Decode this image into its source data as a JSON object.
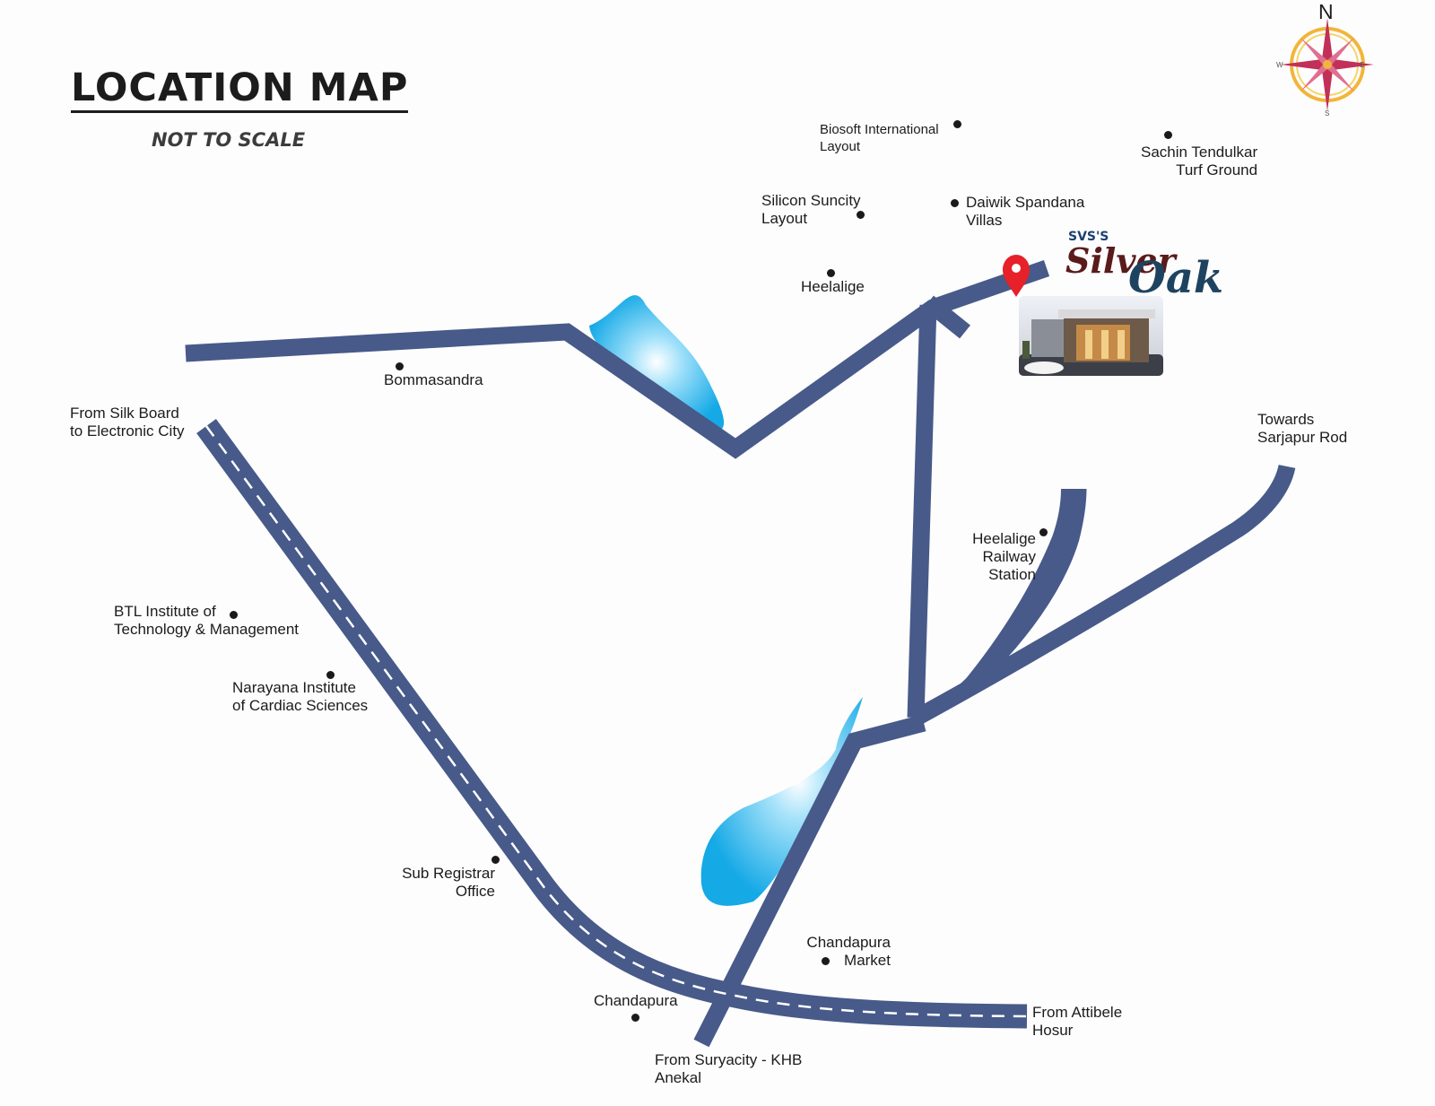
{
  "title": "LOCATION MAP",
  "subtitle": "NOT TO SCALE",
  "compass": {
    "north": "N",
    "south": "S",
    "east": "E",
    "west": "W"
  },
  "brand": {
    "prefix": "SVS'S",
    "name_part1": "Silver",
    "name_part2": "Oak"
  },
  "labels": {
    "biosoft": [
      "Biosoft International",
      "Layout"
    ],
    "sachin": [
      "Sachin Tendulkar",
      "Turf Ground"
    ],
    "silicon": [
      "Silicon Suncity",
      "Layout"
    ],
    "daiwik": [
      "Daiwik Spandana",
      "Villas"
    ],
    "heelalige": [
      "Heelalige"
    ],
    "bommasandra": [
      "Bommasandra"
    ],
    "silkboard": [
      "From Silk Board",
      "to Electronic City"
    ],
    "sarjapur": [
      "Towards",
      "Sarjapur Rod"
    ],
    "railway": [
      "Heelalige",
      "Railway",
      "Station"
    ],
    "btl": [
      "BTL Institute of",
      "Technology & Management"
    ],
    "narayana": [
      "Narayana Institute",
      "of Cardiac Sciences"
    ],
    "subregistrar": [
      "Sub Registrar",
      "Office"
    ],
    "chandapura_market": [
      "Chandapura",
      "Market"
    ],
    "chandapura": [
      "Chandapura"
    ],
    "attibele": [
      "From Attibele",
      "Hosur"
    ],
    "suryacity": [
      "From Suryacity - KHB",
      "Anekal"
    ]
  },
  "colors": {
    "road": "#475a89",
    "water": "#19aee8",
    "marker": "#e62129",
    "compass_star": "#c2305a",
    "compass_ring": "#f2b53a"
  },
  "icons": [
    "location-pin-icon",
    "compass-rose-icon"
  ]
}
